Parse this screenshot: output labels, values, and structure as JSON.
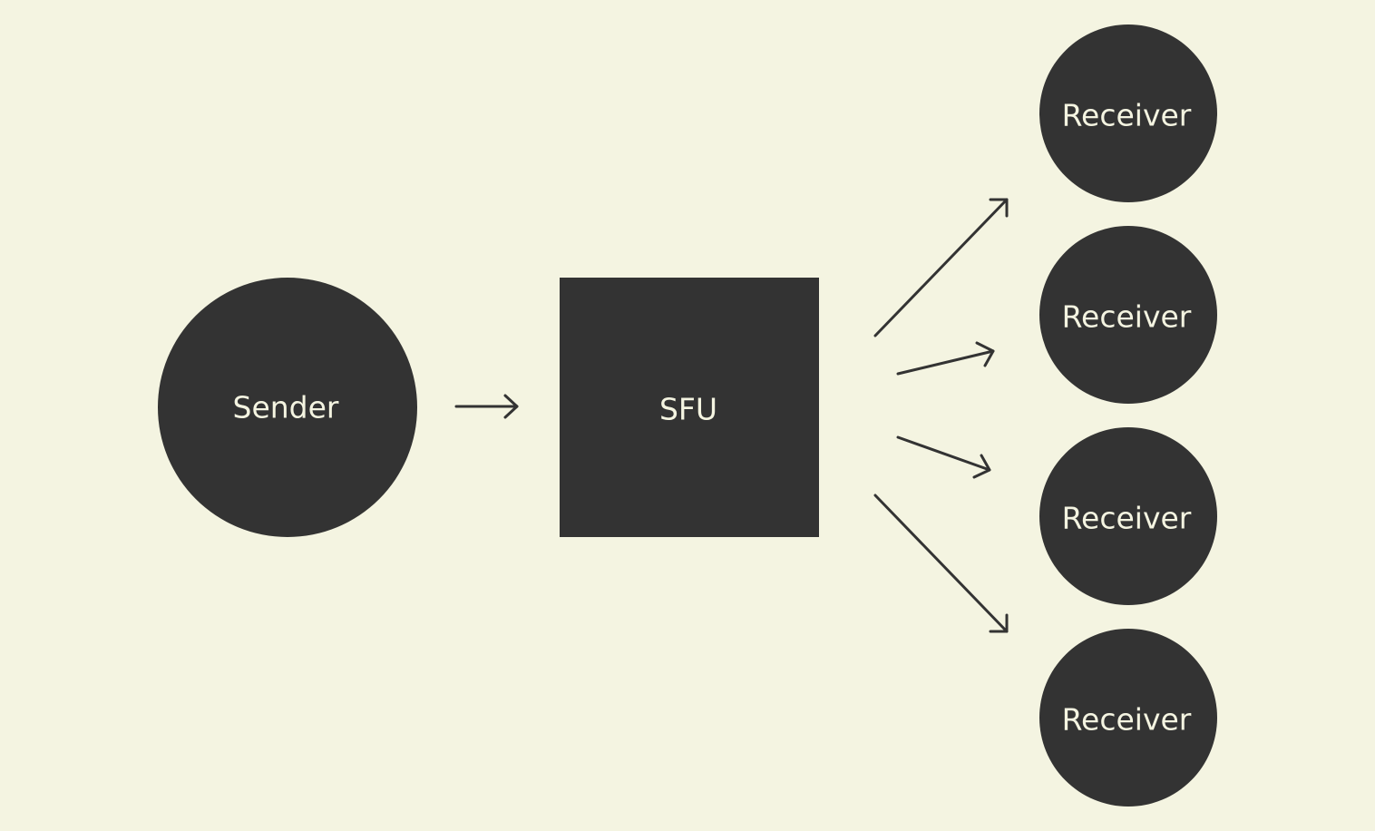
{
  "colors": {
    "background": "#F4F4E1",
    "node_fill": "#333333",
    "label": "#F4F4E1",
    "arrow": "#333333"
  },
  "nodes": {
    "sender": {
      "label": "Sender",
      "shape": "circle"
    },
    "sfu": {
      "label": "SFU",
      "shape": "square"
    },
    "receivers": [
      {
        "label": "Receiver",
        "shape": "circle"
      },
      {
        "label": "Receiver",
        "shape": "circle"
      },
      {
        "label": "Receiver",
        "shape": "circle"
      },
      {
        "label": "Receiver",
        "shape": "circle"
      }
    ]
  },
  "edges": [
    {
      "from": "Sender",
      "to": "SFU"
    },
    {
      "from": "SFU",
      "to": "Receiver 1"
    },
    {
      "from": "SFU",
      "to": "Receiver 2"
    },
    {
      "from": "SFU",
      "to": "Receiver 3"
    },
    {
      "from": "SFU",
      "to": "Receiver 4"
    }
  ]
}
